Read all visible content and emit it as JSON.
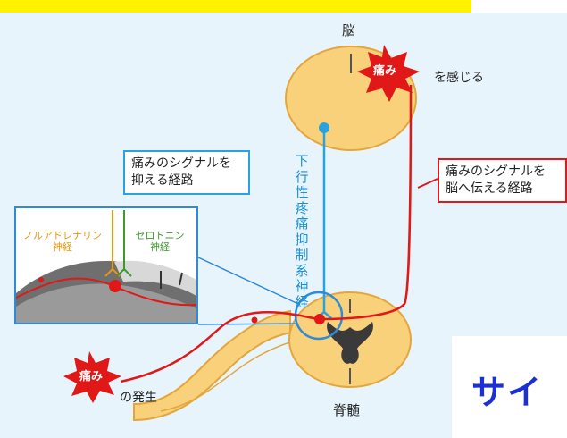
{
  "labels": {
    "brain": "脳",
    "spinal_cord": "脊髄",
    "pain_burst_top": "痛み",
    "feel_suffix": "を感じる",
    "pain_burst_bottom": "痛み",
    "occur_suffix": "の発生",
    "suppress_box": [
      "痛みのシグナルを",
      "抑える経路"
    ],
    "transmit_box": [
      "痛みのシグナルを",
      "脳へ伝える経路"
    ],
    "descending_system": "下行性疼痛抑制系神経",
    "noradrenaline": [
      "ノルアドレナリン",
      "神経"
    ],
    "serotonin": [
      "セロトニン",
      "神経"
    ],
    "cut_off_text": "サイ"
  },
  "colors": {
    "background_panel": "#e8f4fb",
    "top_bar": "#fff200",
    "nerve_tissue": "#f9d17a",
    "tissue_outline": "#e3a63c",
    "pain_pathway": "#e01818",
    "inhibitory_pathway": "#29a3e0",
    "noradrenaline_nerve": "#e69a10",
    "serotonin_nerve": "#3f9a2e",
    "gray_matter": "#3a3a3a",
    "cut_off_text": "#1a2fd6"
  },
  "icons": [
    "pain-burst-icon",
    "pain-burst-icon",
    "magnifier-circle-icon"
  ]
}
